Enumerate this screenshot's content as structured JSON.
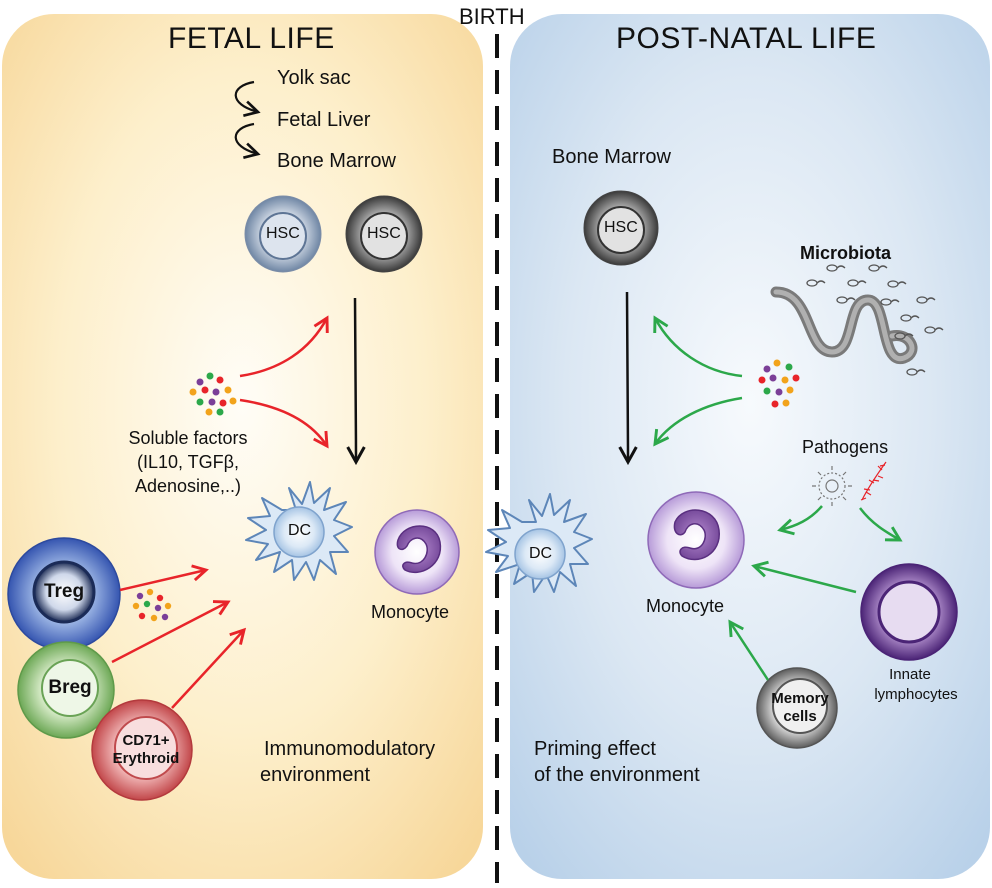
{
  "birth_label": "BIRTH",
  "fetal": {
    "title": "FETAL LIFE",
    "origins": [
      "Yolk sac",
      "Fetal Liver",
      "Bone Marrow"
    ],
    "hsc_labels": [
      "HSC",
      "HSC"
    ],
    "soluble_factors": [
      "Soluble factors",
      "(IL10, TGFβ,",
      "Adenosine,..)"
    ],
    "dc_label": "DC",
    "monocyte_label": "Monocyte",
    "regulatory_cells": {
      "treg": "Treg",
      "breg": "Breg",
      "erythroid_line1": "CD71+",
      "erythroid_line2": "Erythroid"
    },
    "environment": [
      "Immunomodulatory",
      "environment"
    ]
  },
  "postnatal": {
    "title": "POST-NATAL LIFE",
    "bone_marrow_label": "Bone Marrow",
    "hsc_label": "HSC",
    "microbiota_label": "Microbiota",
    "pathogens_label": "Pathogens",
    "dc_label": "DC",
    "monocyte_label": "Monocyte",
    "innate_label": [
      "Innate",
      "lymphocytes"
    ],
    "memory_label": [
      "Memory",
      "cells"
    ],
    "environment": [
      "Priming effect",
      "of the environment"
    ]
  },
  "colors": {
    "fetal_panel": "#f9dfa6",
    "postnatal_panel": "#c8dcef",
    "red_arrow": "#e8242a",
    "green_arrow": "#2ca84a",
    "black_arrow": "#111111"
  }
}
